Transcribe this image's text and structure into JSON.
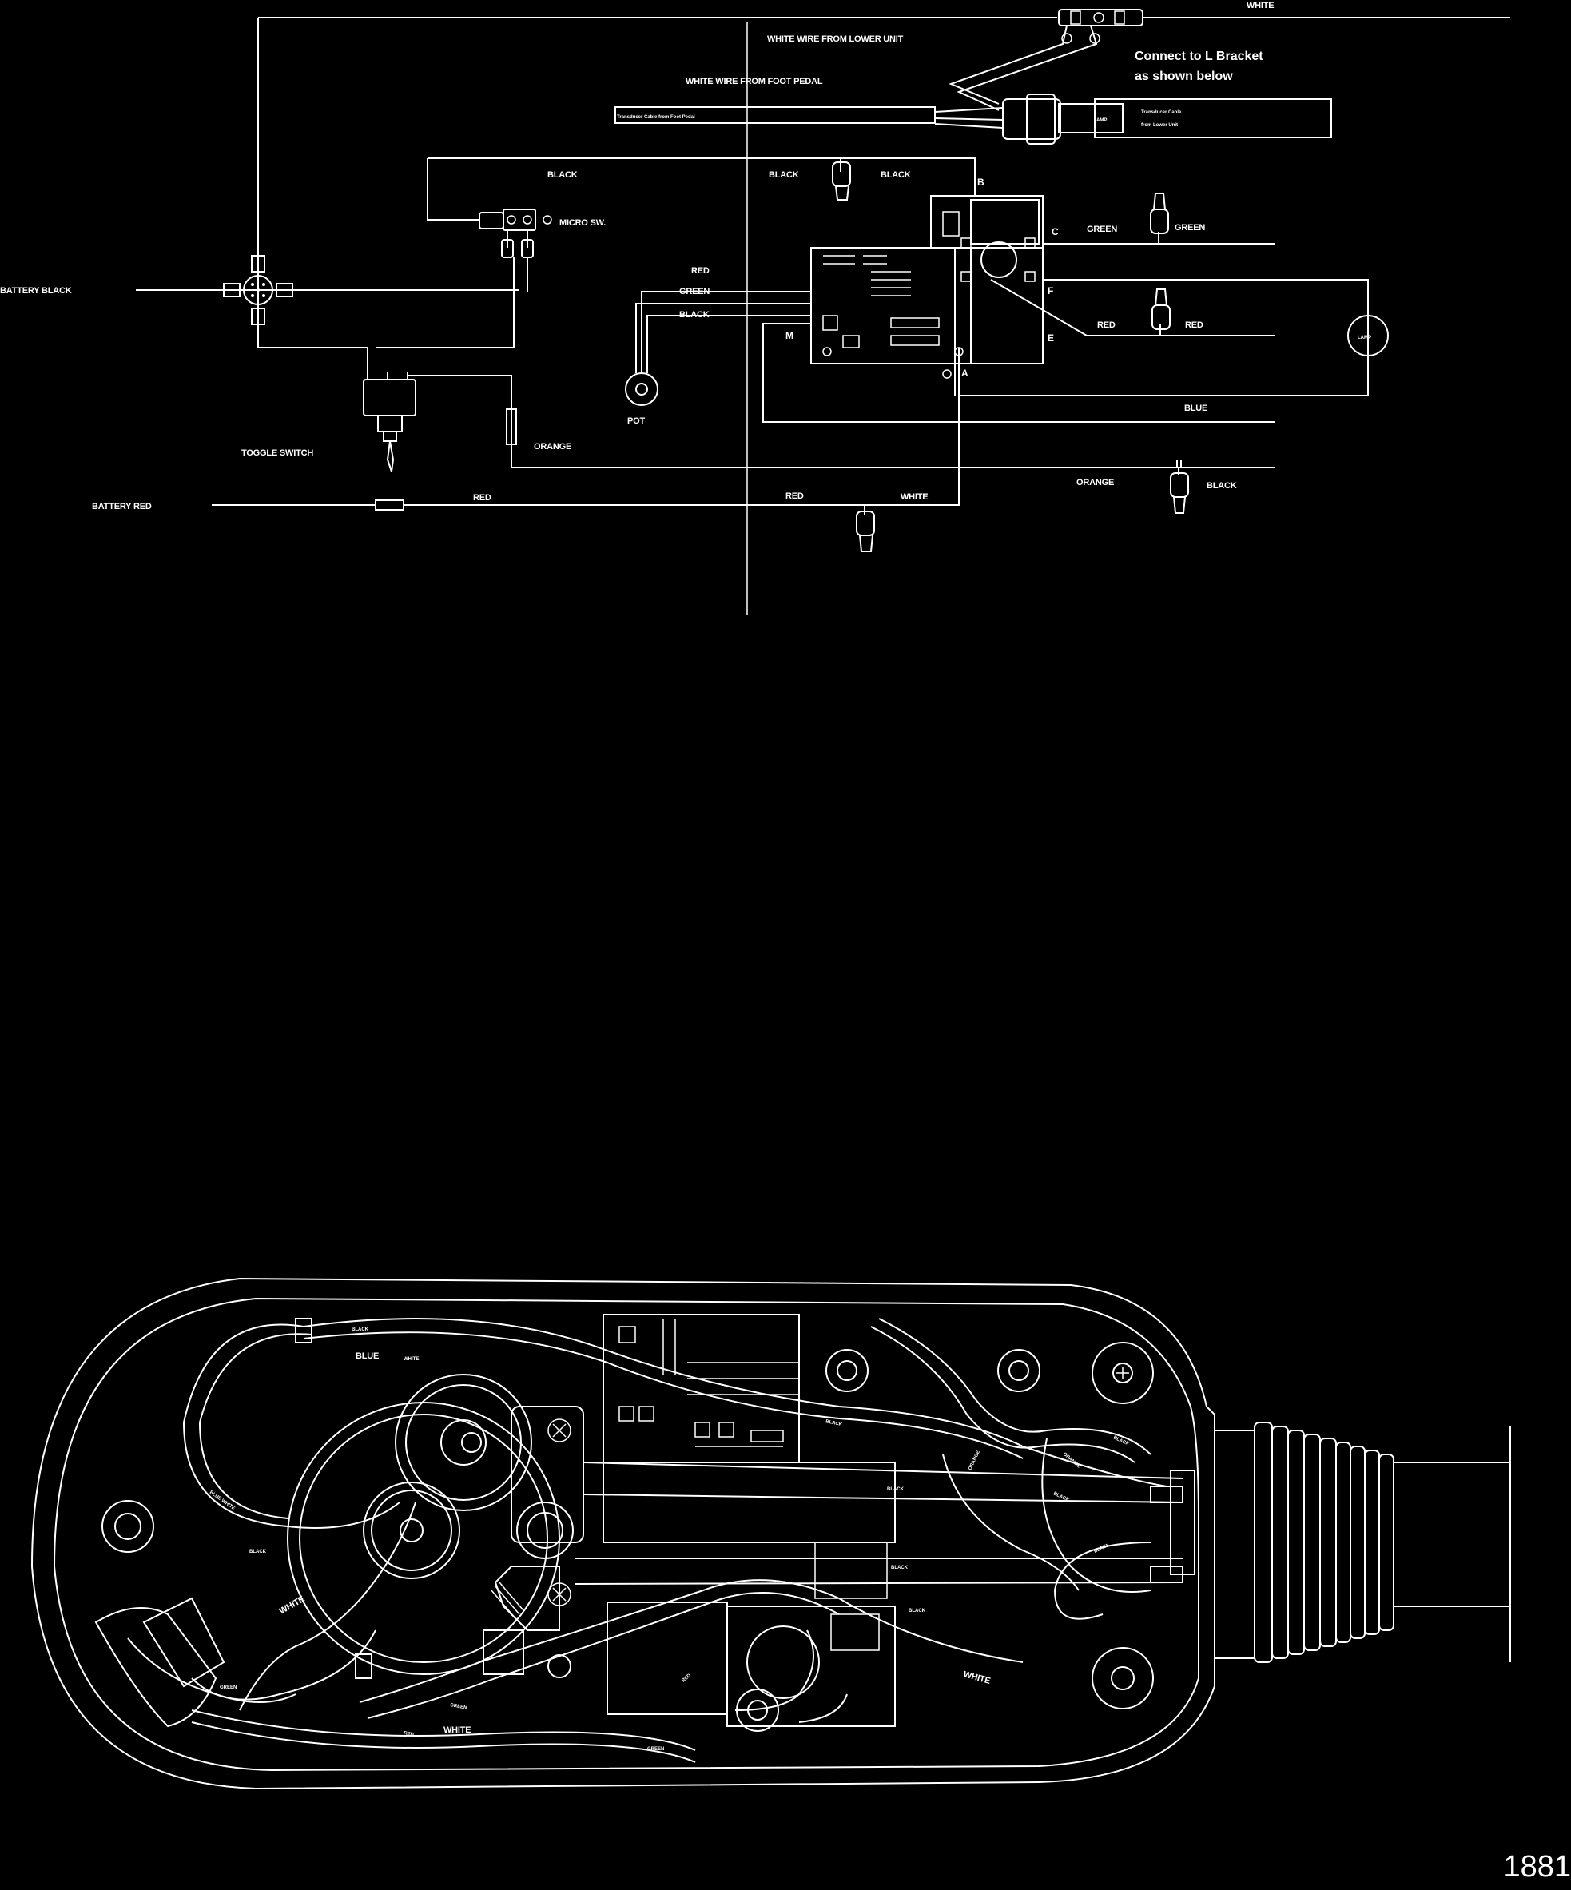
{
  "schematic": {
    "labels": {
      "white_top": "WHITE",
      "white_lower_unit": "WHITE WIRE FROM LOWER UNIT",
      "white_foot_pedal": "WHITE WIRE FROM FOOT PEDAL",
      "connect_line1": "Connect to L Bracket",
      "connect_line2": "as shown below",
      "transducer_left": "Transducer Cable from Foot Pedal",
      "transducer_right_1": "Transducer Cable",
      "transducer_right_2": "from Lower Unit",
      "amp_label": "AMP",
      "black_top_1": "BLACK",
      "black_top_2": "BLACK",
      "black_top_3": "BLACK",
      "micro_sw": "MICRO SW.",
      "battery_black": "BATTERY BLACK",
      "red_pot": "RED",
      "green_pot": "GREEN",
      "black_pot": "BLACK",
      "pot": "POT",
      "toggle_switch": "TOGGLE SWITCH",
      "orange_mid": "ORANGE",
      "battery_red": "BATTERY RED",
      "red_1": "RED",
      "red_2": "RED",
      "white_bottom": "WHITE",
      "green_c1": "GREEN",
      "green_c2": "GREEN",
      "red_e1": "RED",
      "red_e2": "RED",
      "blue": "BLUE",
      "orange_right": "ORANGE",
      "black_right": "BLACK",
      "lamp": "LAMP",
      "pin_b": "B",
      "pin_c": "C",
      "pin_f": "F",
      "pin_e": "E",
      "pin_a": "A",
      "pin_m": "M"
    }
  },
  "assembly": {
    "labels": {
      "black_1": "BLACK",
      "blue": "BLUE",
      "white_small": "WHITE",
      "blue_white": "BLUE WHITE",
      "black_2": "BLACK",
      "black_3": "BLACK",
      "orange_1": "ORANGE",
      "black_4": "BLACK",
      "orange_2": "ORANGE",
      "black_5": "BLACK",
      "black_6": "BLACK",
      "black_7": "BLACK",
      "black_8": "BLACK",
      "black_9": "BLACK",
      "white_1": "WHITE",
      "green_1": "GREEN",
      "green_2": "GREEN",
      "red_1": "RED",
      "white_2": "WHITE",
      "red_2": "RED",
      "green_3": "GREEN",
      "white_3": "WHITE"
    }
  },
  "page_number": "1881"
}
